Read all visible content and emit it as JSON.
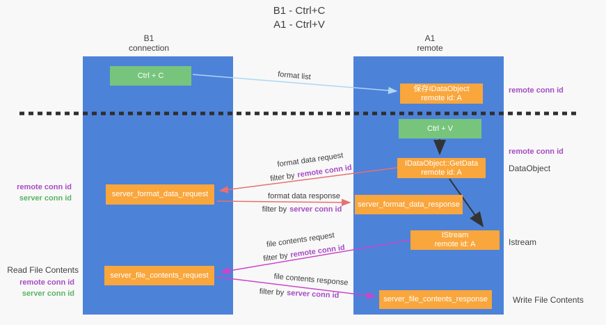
{
  "title": {
    "line1": "B1 - Ctrl+C",
    "line2": "A1 - Ctrl+V"
  },
  "columns": {
    "left": {
      "name": "B1",
      "role": "connection"
    },
    "right": {
      "name": "A1",
      "role": "remote"
    }
  },
  "nodes": {
    "ctrl_c": {
      "label": "Ctrl + C"
    },
    "ctrl_v": {
      "label": "Ctrl + V"
    },
    "save_dataobject": {
      "line1": "保存IDataObject",
      "line2": "remote id: A"
    },
    "getdata": {
      "line1": "IDataObject::GetData",
      "line2": "remote id: A"
    },
    "istream": {
      "line1": "IStream",
      "line2": "remote id: A"
    },
    "server_format_data_request": {
      "label": "server_format_data_request"
    },
    "server_format_data_response": {
      "label": "server_format_data_response"
    },
    "server_file_contents_request": {
      "label": "server_file_contents_request"
    },
    "server_file_contents_response": {
      "label": "server_file_contents_response"
    }
  },
  "labels": {
    "format_list": "format list",
    "format_data_request": "format data request",
    "format_data_response": "format data response",
    "file_contents_request": "file contents request",
    "file_contents_response": "file contents response",
    "filter_by": "filter by",
    "remote_conn_id": "remote conn id",
    "server_conn_id": "server conn id",
    "read_file_contents": "Read File Contents",
    "write_file_contents": "Write File Contents",
    "dataobject": "DataObject",
    "istream": "Istream"
  },
  "colors": {
    "column_blue": "#4d82d9",
    "box_orange": "#f9a63c",
    "box_green": "#77c47d",
    "arrow_salmon": "#e77070",
    "arrow_magenta": "#cb44c9",
    "arrow_lightblue": "#add6f0",
    "text_purple": "#a64cc3",
    "text_green": "#5ab464",
    "dashed_line": "#2e2e2e"
  }
}
